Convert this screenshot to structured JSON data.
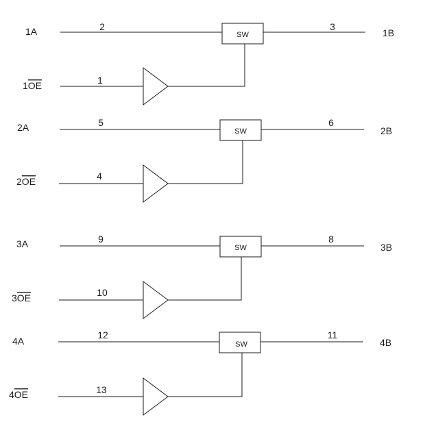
{
  "channels": [
    {
      "a_label": "1A",
      "b_label": "1B",
      "oe_prefix": "1",
      "oe_suffix": "OE",
      "a_pin": "2",
      "b_pin": "3",
      "oe_pin": "1",
      "switch_label": "SW"
    },
    {
      "a_label": "2A",
      "b_label": "2B",
      "oe_prefix": "2",
      "oe_suffix": "OE",
      "a_pin": "5",
      "b_pin": "6",
      "oe_pin": "4",
      "switch_label": "SW"
    },
    {
      "a_label": "3A",
      "b_label": "3B",
      "oe_prefix": "3",
      "oe_suffix": "OE",
      "a_pin": "9",
      "b_pin": "8",
      "oe_pin": "10",
      "switch_label": "SW"
    },
    {
      "a_label": "4A",
      "b_label": "4B",
      "oe_prefix": "4",
      "oe_suffix": "OE",
      "a_pin": "12",
      "b_pin": "11",
      "oe_pin": "13",
      "switch_label": "SW"
    }
  ]
}
